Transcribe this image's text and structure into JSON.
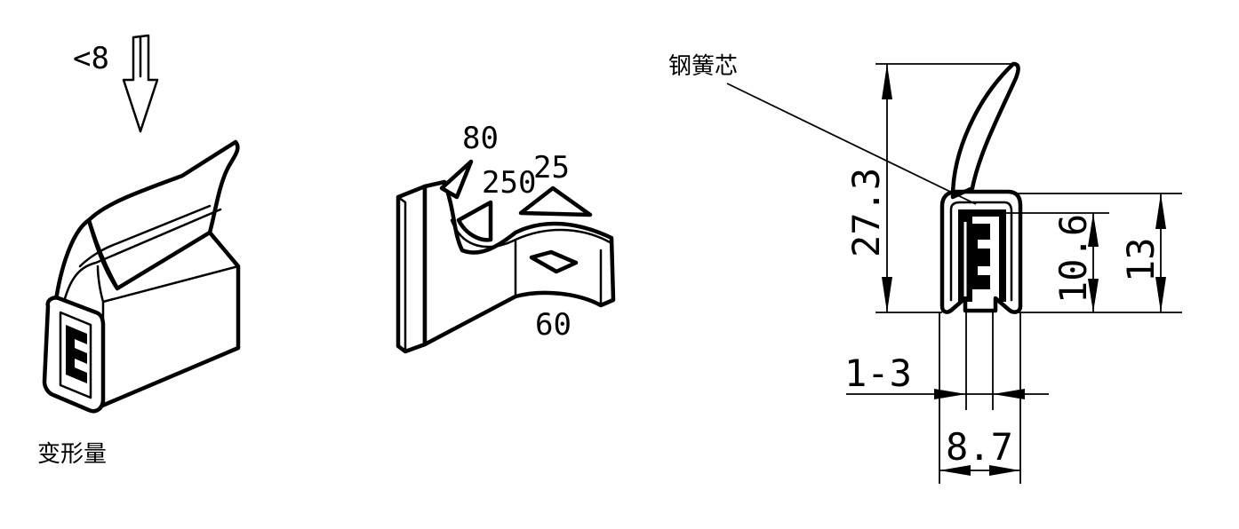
{
  "left": {
    "deformation_label": "变形量",
    "deformation_value": "<8"
  },
  "middle": {
    "angles": [
      "80",
      "250",
      "25",
      "60"
    ]
  },
  "right": {
    "core_label": "钢簧芯",
    "dimensions": {
      "total_height": "27.3",
      "inner_height": "10.6",
      "body_height": "13",
      "grip_range": "1-3",
      "width": "8.7"
    }
  }
}
